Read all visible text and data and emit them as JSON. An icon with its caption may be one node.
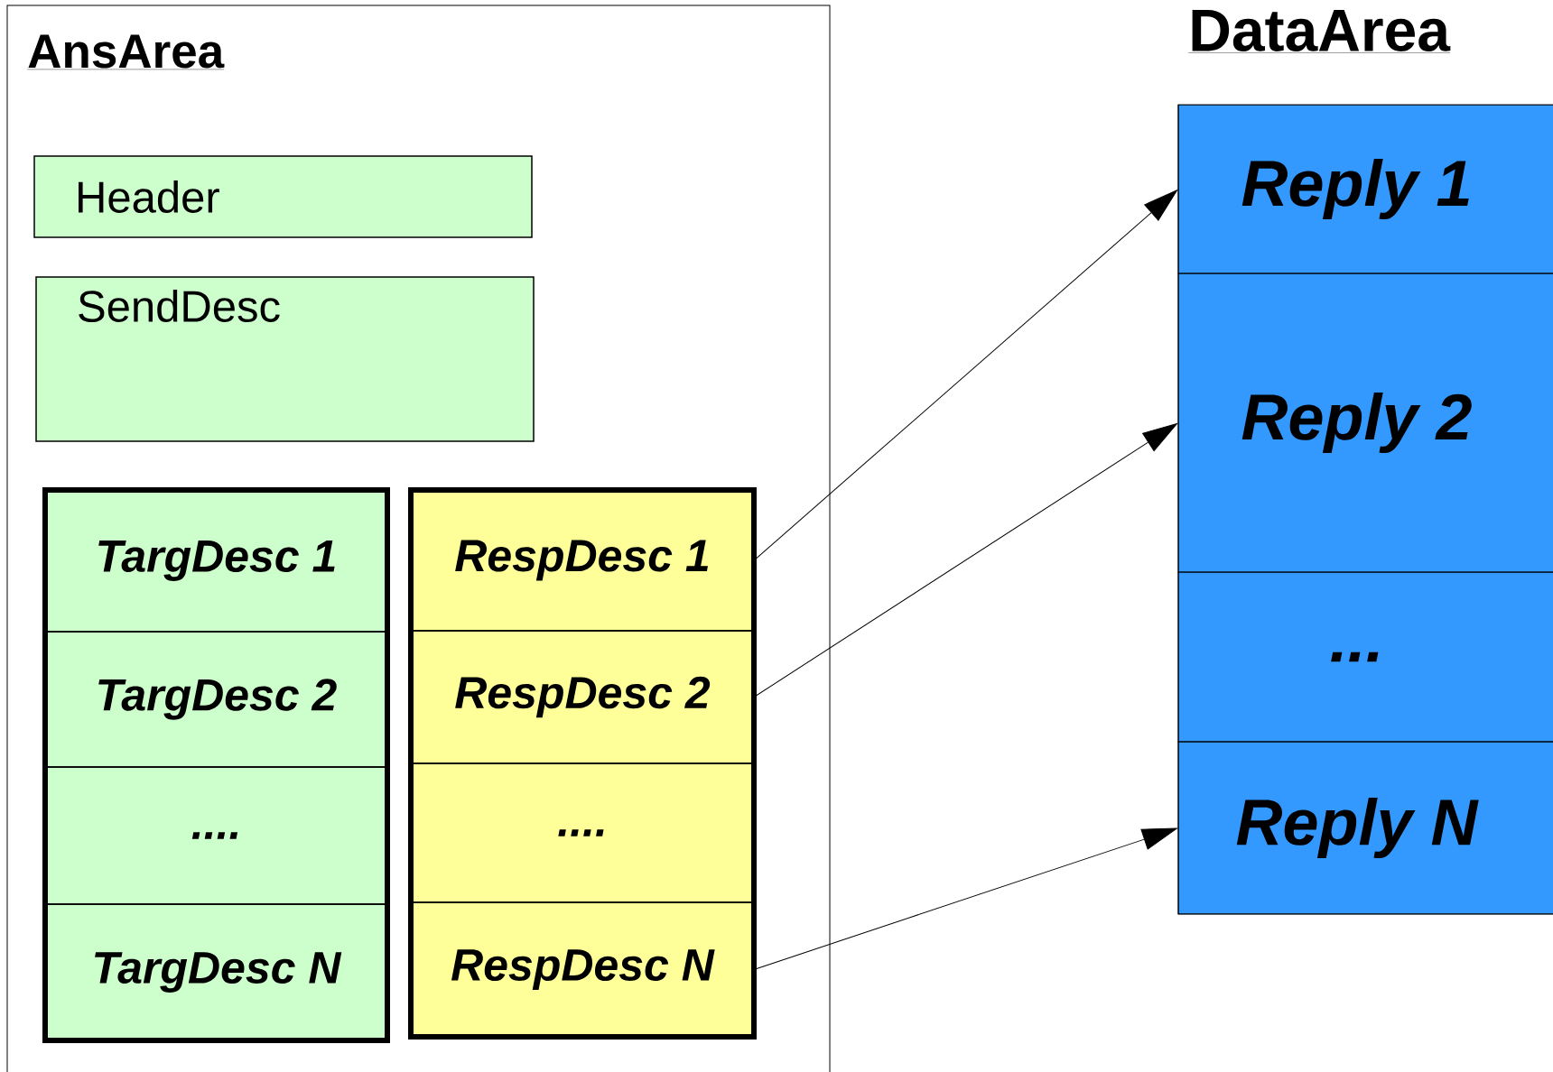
{
  "diagram": {
    "nodes": [
      {
        "text": [
          "AnsArea"
        ]
      },
      {
        "text": [
          "Header"
        ],
        "in": 0
      },
      {
        "text": [
          "SendDesc"
        ],
        "in": 0
      },
      {
        "text": [],
        "shape": "box",
        "in": 0
      },
      {
        "text": [
          "TargDesc 1"
        ],
        "in": 3
      },
      {
        "text": [
          "TargDesc 2"
        ],
        "in": 3
      },
      {
        "text": [
          "...."
        ],
        "in": 3
      },
      {
        "text": [
          "TargDesc N"
        ],
        "in": 3
      },
      {
        "text": [],
        "shape": "box",
        "in": 0
      },
      {
        "text": [
          "RespDesc 1"
        ],
        "in": 8
      },
      {
        "text": [
          "RespDesc 2"
        ],
        "in": 8
      },
      {
        "text": [
          "...."
        ],
        "in": 8
      },
      {
        "text": [
          "RespDesc N"
        ],
        "in": 8
      },
      {
        "text": [
          "DataArea"
        ]
      },
      {
        "text": [
          "Reply 1"
        ],
        "in": 13
      },
      {
        "text": [
          "Reply 2"
        ],
        "in": 13
      },
      {
        "text": [
          "..."
        ],
        "in": 13
      },
      {
        "text": [
          "Reply N"
        ],
        "in": 13
      }
    ],
    "edges": [
      {
        "from": 9,
        "to": 14,
        "arrow": "to"
      },
      {
        "from": 10,
        "to": 15,
        "arrow": "to"
      },
      {
        "from": 12,
        "to": 17,
        "arrow": "to"
      }
    ]
  }
}
